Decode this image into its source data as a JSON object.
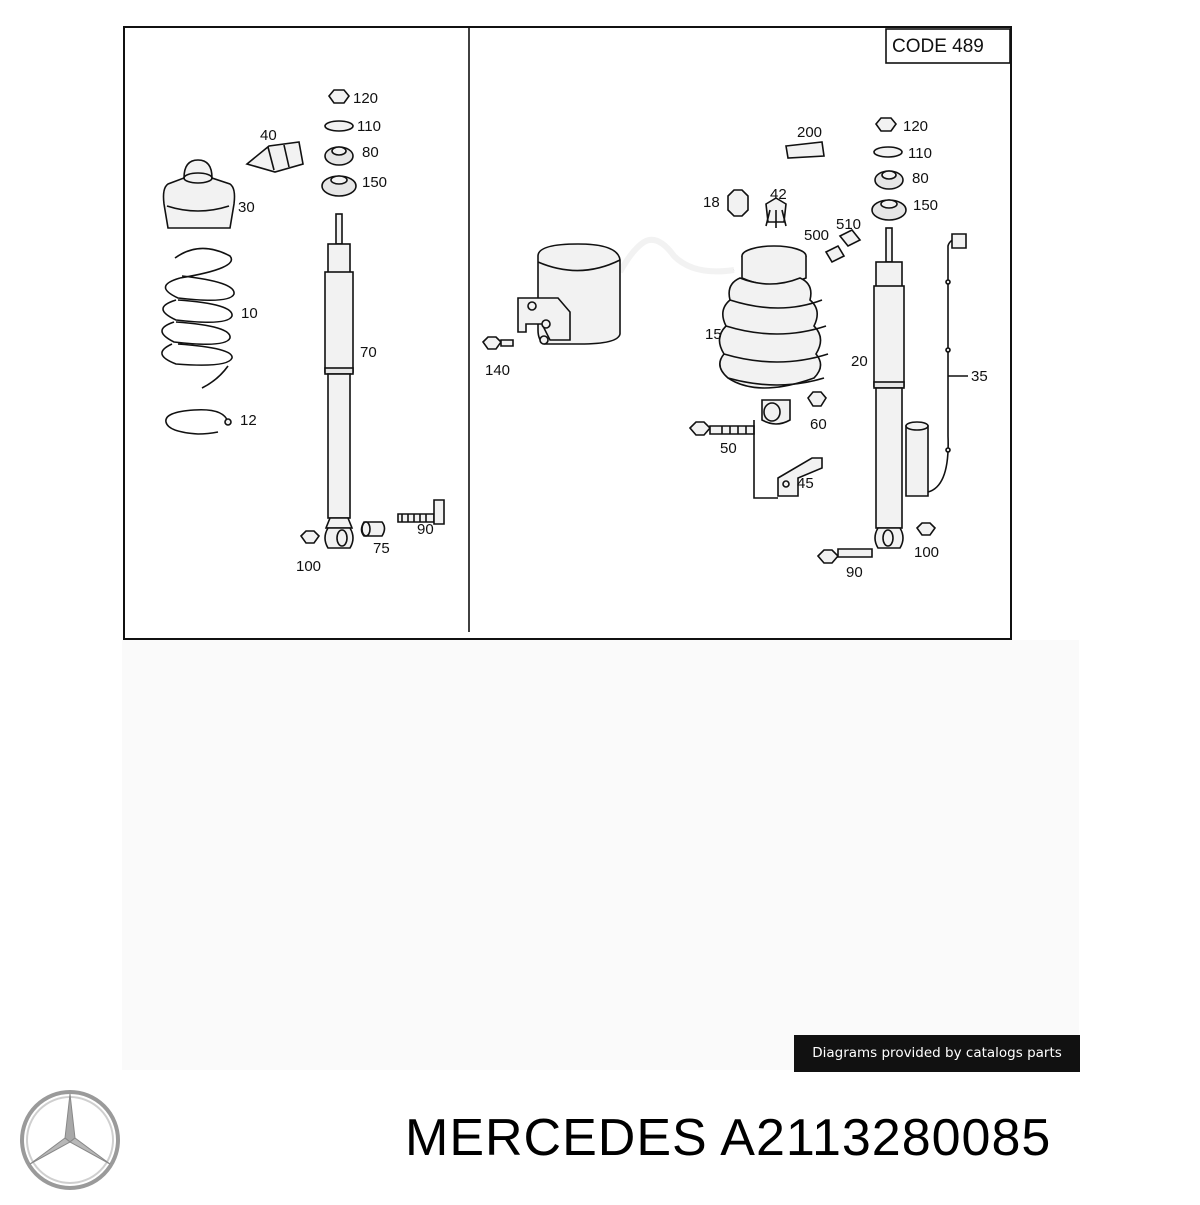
{
  "diagram": {
    "code_box": "CODE 489",
    "left_panel": {
      "labels": [
        "120",
        "110",
        "80",
        "150",
        "40",
        "30",
        "10",
        "70",
        "12",
        "75",
        "90",
        "100"
      ]
    },
    "right_panel": {
      "labels": [
        "200",
        "120",
        "110",
        "80",
        "150",
        "18",
        "42",
        "500",
        "510",
        "15",
        "140",
        "20",
        "35",
        "60",
        "50",
        "45",
        "90",
        "100"
      ]
    }
  },
  "watermark": "Diagrams provided by catalogs parts",
  "footer": {
    "brand": "MERCEDES",
    "part_number": "A2113280085",
    "logo_icon": "mercedes-star-icon"
  }
}
